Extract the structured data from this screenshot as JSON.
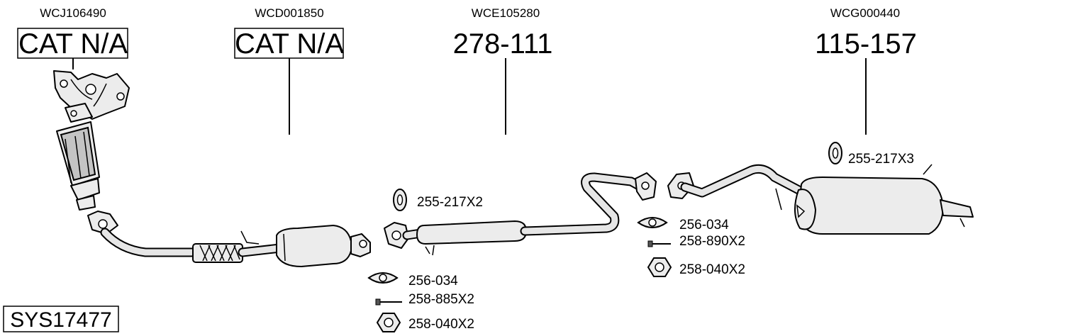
{
  "components": [
    {
      "ref": "WCJ106490",
      "part": "CAT N/A"
    },
    {
      "ref": "WCD001850",
      "part": "CAT N/A"
    },
    {
      "ref": "WCE105280",
      "part": "278-111"
    },
    {
      "ref": "WCG000440",
      "part": "115-157"
    }
  ],
  "fittings": [
    {
      "label": "255-217X2",
      "icon": "rubber-hanger-icon"
    },
    {
      "label": "256-034",
      "icon": "gasket-icon"
    },
    {
      "label": "258-885X2",
      "icon": "bolt-icon"
    },
    {
      "label": "258-040X2",
      "icon": "nut-icon"
    },
    {
      "label": "256-034",
      "icon": "gasket-icon"
    },
    {
      "label": "258-890X2",
      "icon": "bolt-icon"
    },
    {
      "label": "258-040X2",
      "icon": "nut-icon"
    },
    {
      "label": "255-217X3",
      "icon": "rubber-hanger-icon"
    }
  ],
  "system_id": "SYS17477"
}
